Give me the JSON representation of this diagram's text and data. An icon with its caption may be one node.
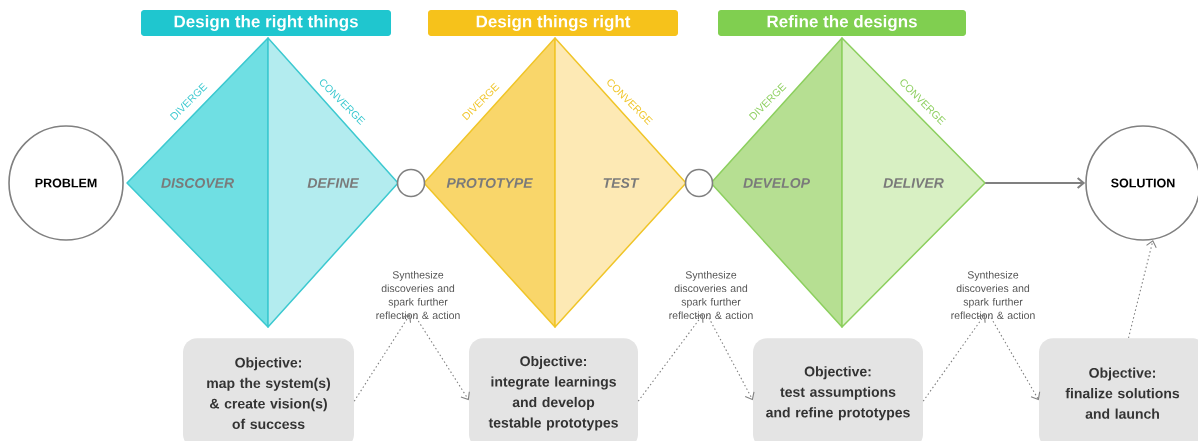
{
  "diagram": {
    "nodes": [
      {
        "text": [
          "PROBLEM"
        ]
      },
      {
        "text": [
          "Design the right things"
        ]
      },
      {
        "text": [
          "DISCOVER"
        ],
        "beside": [
          "DIVERGE"
        ]
      },
      {
        "text": [
          "DEFINE"
        ],
        "beside": [
          "CONVERGE"
        ]
      },
      {
        "text": [],
        "shape": "circle"
      },
      {
        "text": [
          "Design things right"
        ]
      },
      {
        "text": [
          "PROTOTYPE"
        ],
        "beside": [
          "DIVERGE"
        ]
      },
      {
        "text": [
          "TEST"
        ],
        "beside": [
          "CONVERGE"
        ]
      },
      {
        "text": [],
        "shape": "circle"
      },
      {
        "text": [
          "Refine the designs"
        ]
      },
      {
        "text": [
          "DEVELOP"
        ],
        "beside": [
          "DIVERGE"
        ]
      },
      {
        "text": [
          "DELIVER"
        ],
        "beside": [
          "CONVERGE"
        ]
      },
      {
        "text": [
          "SOLUTION"
        ]
      },
      {
        "text": [
          "Synthesize discoveries and spark further reflection & action"
        ]
      },
      {
        "text": [
          "Synthesize discoveries and spark further reflection & action"
        ]
      },
      {
        "text": [
          "Synthesize discoveries and spark further reflection & action"
        ]
      },
      {
        "text": [
          "Objective:",
          "map the system(s) & create vision(s) of success"
        ]
      },
      {
        "text": [
          "Objective:",
          "integrate learnings and develop testable prototypes"
        ]
      },
      {
        "text": [
          "Objective:",
          "test assumptions and refine prototypes"
        ]
      },
      {
        "text": [
          "Objective:",
          "finalize solutions and launch"
        ]
      }
    ],
    "edges": [
      {
        "from": 11,
        "to": 12,
        "arrow": "to"
      },
      {
        "from": 16,
        "to": 13,
        "arrow": "to",
        "style": "dashed"
      },
      {
        "from": 13,
        "to": 17,
        "arrow": "to",
        "style": "dashed"
      },
      {
        "from": 17,
        "to": 14,
        "arrow": "to",
        "style": "dashed"
      },
      {
        "from": 14,
        "to": 18,
        "arrow": "to",
        "style": "dashed"
      },
      {
        "from": 18,
        "to": 15,
        "arrow": "to",
        "style": "dashed"
      },
      {
        "from": 15,
        "to": 19,
        "arrow": "to",
        "style": "dashed"
      },
      {
        "from": 19,
        "to": 12,
        "arrow": "to",
        "style": "dashed"
      }
    ]
  }
}
